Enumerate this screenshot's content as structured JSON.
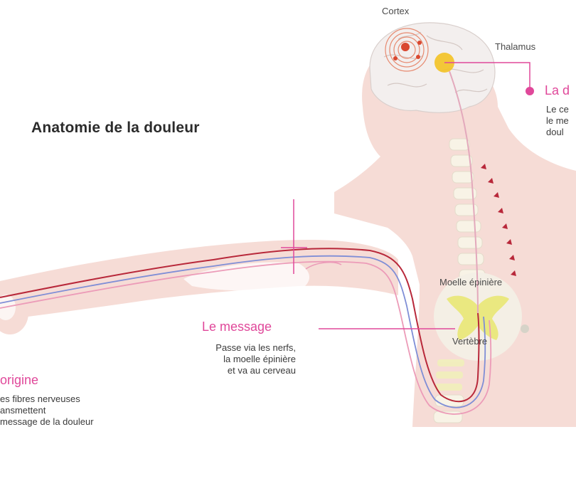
{
  "title": "Anatomie de la douleur",
  "labels": {
    "cortex": "Cortex",
    "thalamus": "Thalamus",
    "moelle": "Moelle épinière",
    "vertebre": "Vertèbre"
  },
  "callouts": {
    "message": {
      "heading": "Le message",
      "lines": [
        "Passe via les nerfs,",
        "la moelle épinière",
        "et va au cerveau"
      ]
    },
    "origine": {
      "heading": "origine",
      "lines": [
        "es fibres nerveuses",
        "ansmettent",
        "message de la douleur"
      ]
    },
    "cerveau": {
      "heading": "La d",
      "lines": [
        "Le ce",
        "le me",
        "doul"
      ]
    }
  },
  "colors": {
    "skin": "#f6dcd6",
    "skin_dark": "#efcbc3",
    "brain": "#f3efee",
    "accent": "#e0489a",
    "nerve_red": "#b8283a",
    "nerve_blue": "#7f8ed6",
    "nerve_pink": "#ec9bb8",
    "spine": "#f8f3e6",
    "vertebra": "#e9e77a",
    "thalamus": "#f3c224",
    "cortex_dot": "#d94830"
  }
}
